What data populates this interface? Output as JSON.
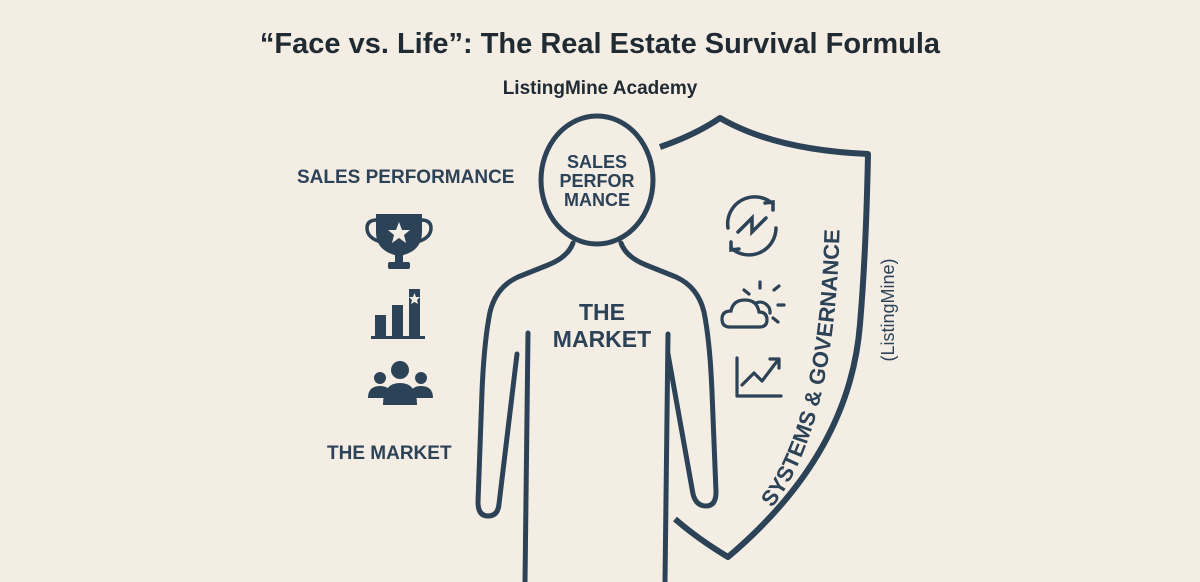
{
  "header": {
    "title": "“Face vs. Life”: The Real Estate Survival Formula",
    "subtitle": "ListingMine Academy"
  },
  "left_panel": {
    "heading": "SALES PERFORMANCE",
    "footer": "THE MARKET",
    "icons": [
      "trophy-icon",
      "bar-chart-star-icon",
      "people-group-icon"
    ]
  },
  "figure": {
    "head_lines": [
      "SALES",
      "PERFOR",
      "MANCE"
    ],
    "body_lines": [
      "THE",
      "MARKET"
    ]
  },
  "shield": {
    "label": "SYSTEMS & GOVERNANCE",
    "sublabel": "(ListingMine)",
    "icons": [
      "refresh-cycle-icon",
      "weather-cloud-sun-icon",
      "trend-up-chart-icon"
    ]
  },
  "colors": {
    "background": "#f4ede4",
    "ink": "#2c4257"
  }
}
